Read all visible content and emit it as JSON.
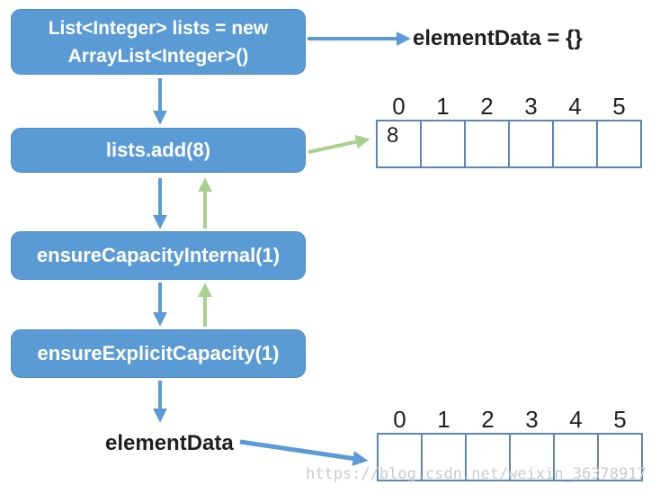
{
  "diagram": {
    "boxes": {
      "create": {
        "line1": "List<Integer> lists = new",
        "line2": "ArrayList<Integer>()"
      },
      "add": {
        "label": "lists.add(8)"
      },
      "ensure_capacity_internal": {
        "label": "ensureCapacityInternal(1)"
      },
      "ensure_explicit_capacity": {
        "label": "ensureExplicitCapacity(1)"
      }
    },
    "annotations": {
      "element_data_empty": "elementData = {}",
      "element_data_label": "elementData"
    },
    "top_array": {
      "indices": [
        "0",
        "1",
        "2",
        "3",
        "4",
        "5"
      ],
      "cells": [
        "8",
        "",
        "",
        "",
        "",
        ""
      ]
    },
    "bottom_array": {
      "indices": [
        "0",
        "1",
        "2",
        "3",
        "4",
        "5"
      ],
      "cells": [
        "",
        "",
        "",
        "",
        "",
        ""
      ]
    },
    "watermark": "https://blog.csdn.net/weixin_36378917",
    "colors": {
      "box_fill": "#5b9bd5",
      "blue_arrow": "#5b9bd5",
      "green_arrow": "#a9d18e",
      "cell_border": "#5b87b5",
      "text_dark": "#1f1f1f",
      "watermark": "#cbcbcb"
    }
  }
}
